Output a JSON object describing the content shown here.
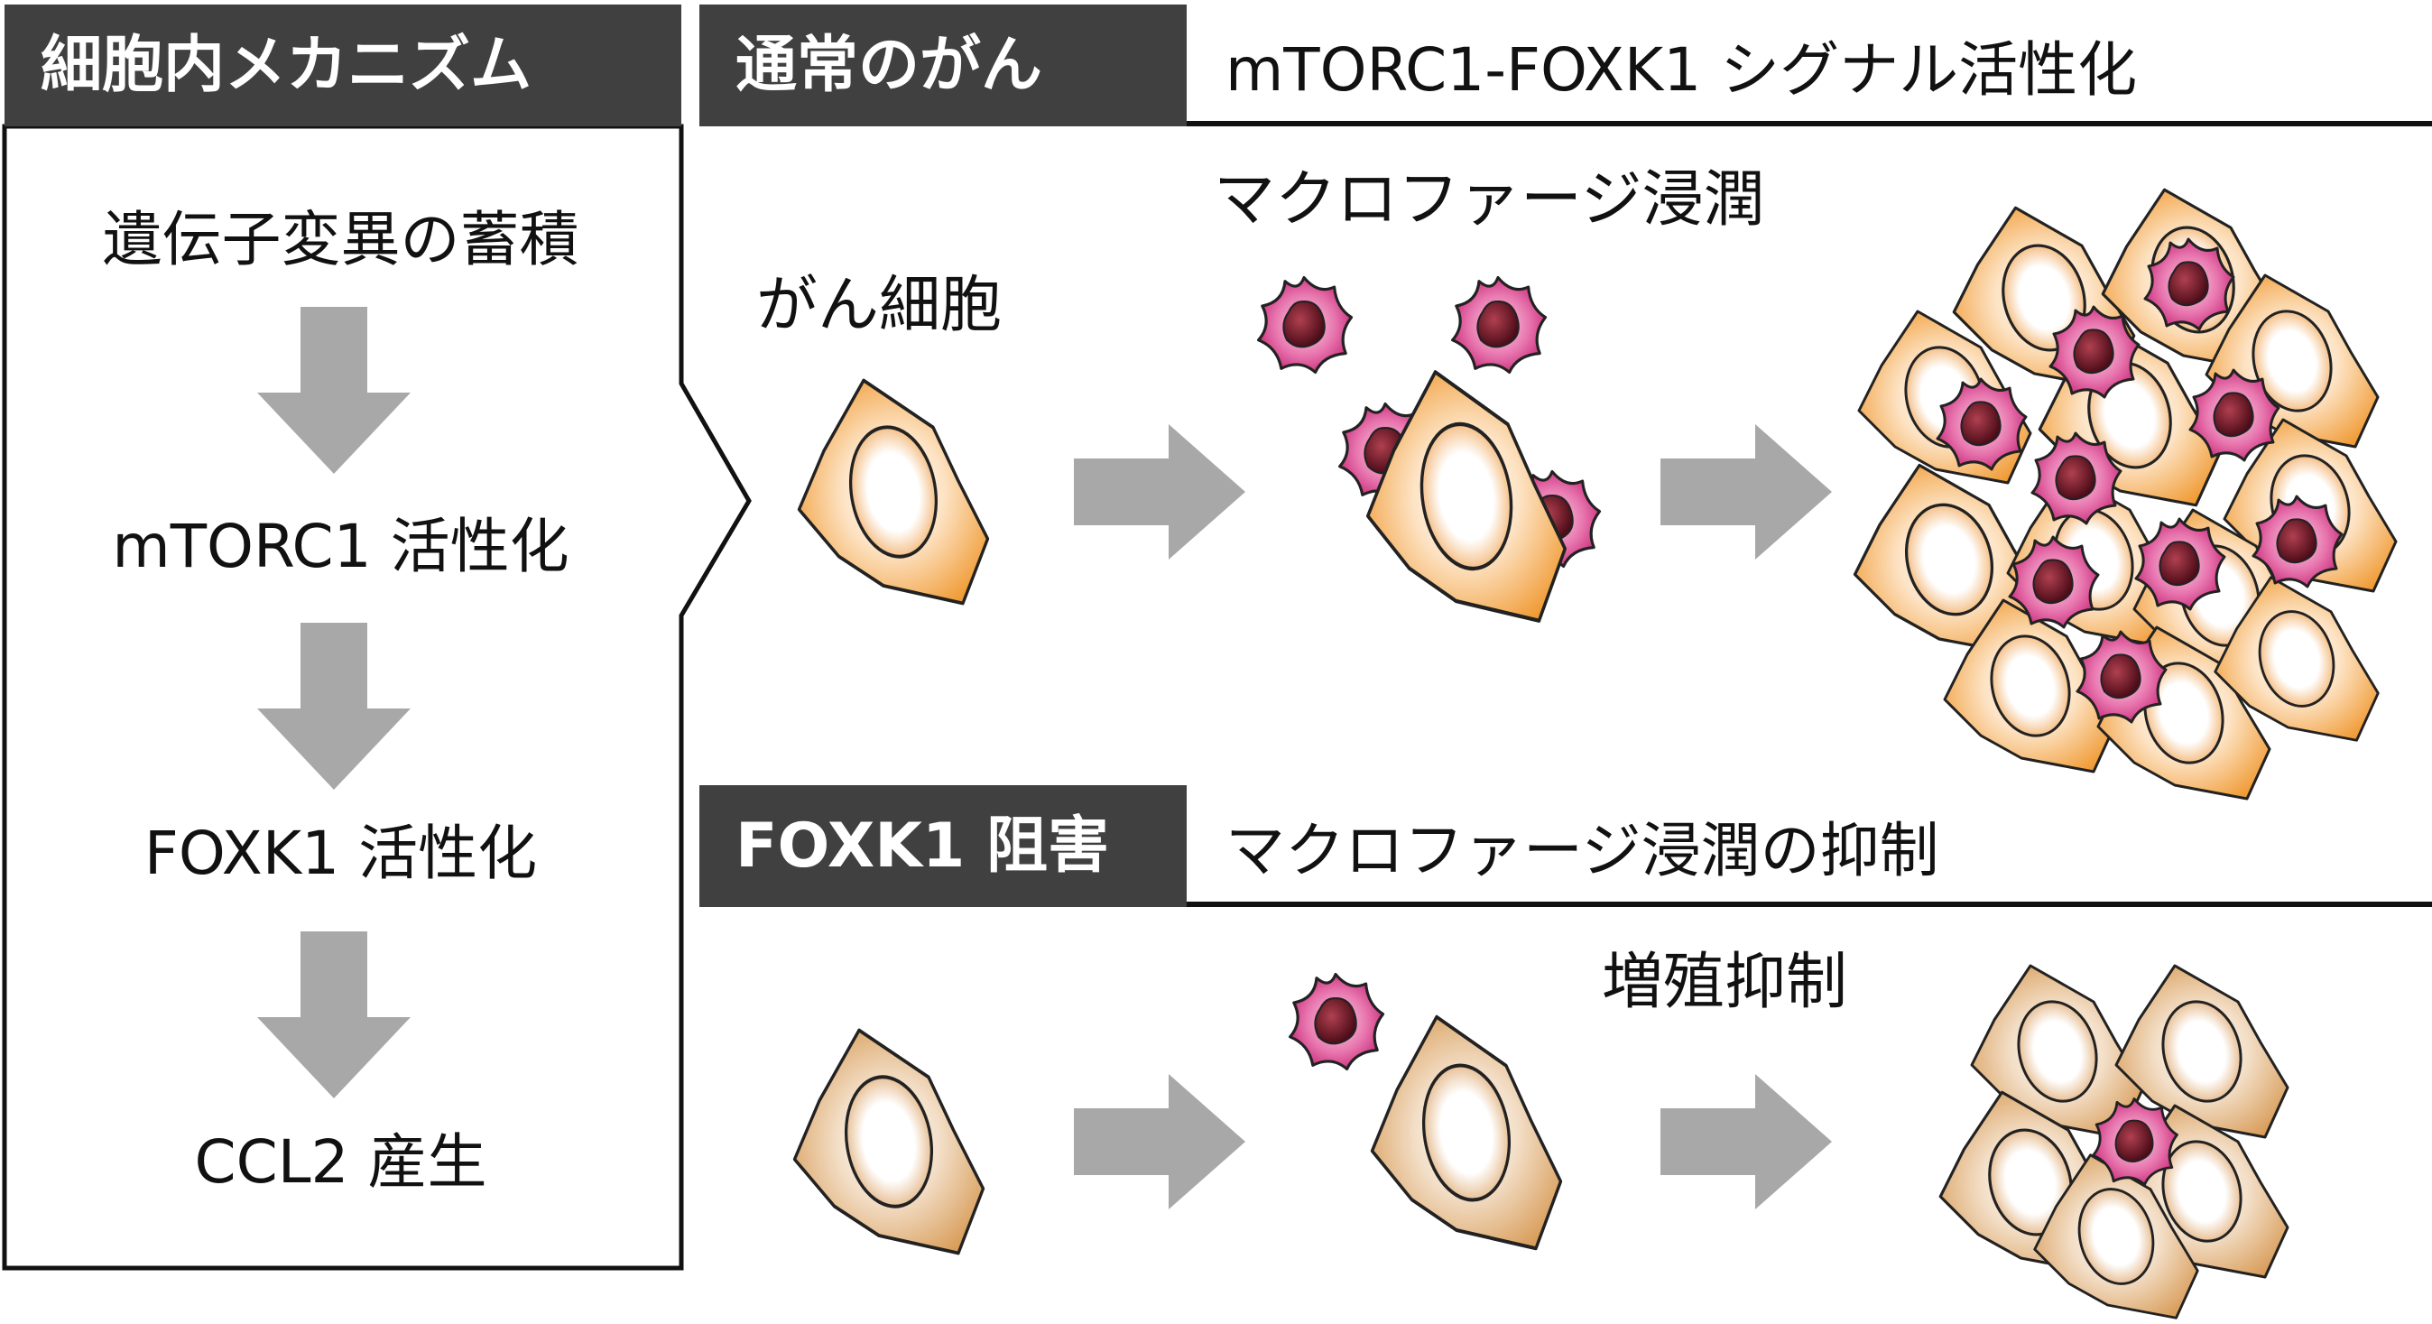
{
  "mechanism": {
    "header": "細胞内メカニズム",
    "steps": [
      "遺伝子変異の蓄積",
      "mTORC1 活性化",
      "FOXK1 活性化",
      "CCL2 産生"
    ]
  },
  "normal": {
    "header": "通常のがん",
    "subtitle": "mTORC1-FOXK1 シグナル活性化",
    "label_cell": "がん細胞",
    "label_macrophage": "マクロファージ浸潤"
  },
  "inhibited": {
    "header": "FOXK1 阻害",
    "subtitle": "マクロファージ浸潤の抑制",
    "label_growth": "増殖抑制"
  },
  "colors": {
    "header_bg": "#404040",
    "arrow": "#a8a8a8",
    "cell_orange": "#f0a040",
    "cell_tan": "#d9a76a",
    "macrophage": "#d63a86",
    "nucleus_dark": "#6a1420"
  }
}
